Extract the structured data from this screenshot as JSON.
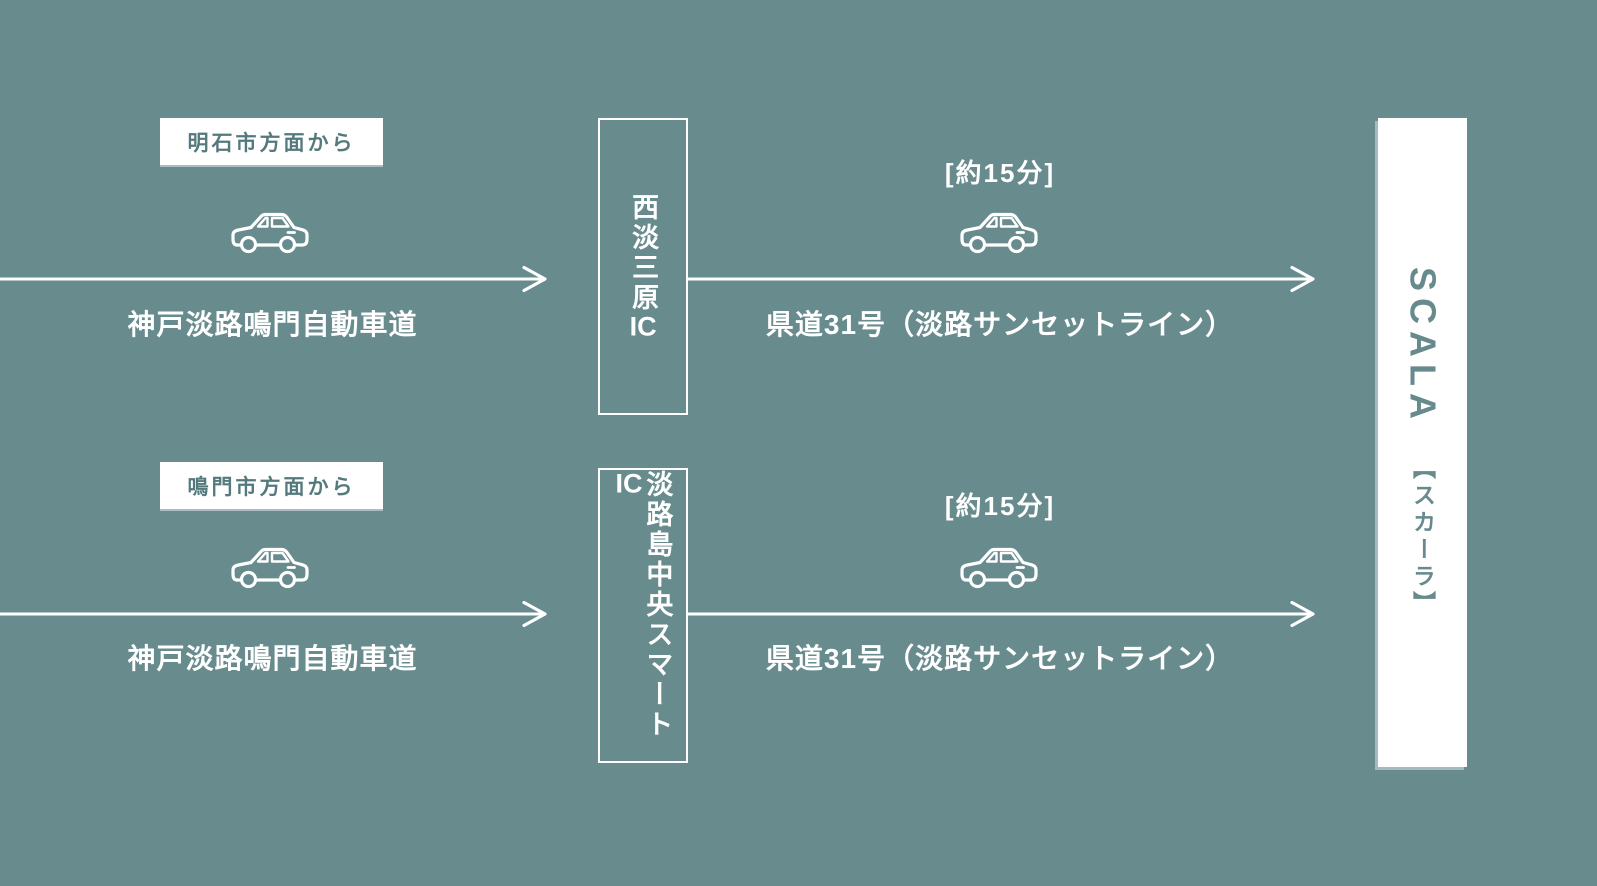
{
  "diagram": {
    "bg_color": "#688B8E",
    "white": "#FFFFFF",
    "origin_text_color": "#557A7E",
    "destination_text_color": "#678A8D"
  },
  "destination": {
    "name_en": "SCALA",
    "name_jp": "【スカーラ】"
  },
  "routes": [
    {
      "origin_label": "明石市方面から",
      "highway": "神戸淡路鳴門自動車道",
      "ic_name": "西淡三原",
      "ic_suffix": "IC",
      "duration": "[約15分]",
      "road": "県道31号（淡路サンセットライン）"
    },
    {
      "origin_label": "鳴門市方面から",
      "highway": "神戸淡路鳴門自動車道",
      "ic_name": "淡路島中央スマート",
      "ic_suffix": "IC",
      "duration": "[約15分]",
      "road": "県道31号（淡路サンセットライン）"
    }
  ],
  "icons": {
    "car": "car-outline-icon",
    "arrow": "arrow-right-icon"
  }
}
